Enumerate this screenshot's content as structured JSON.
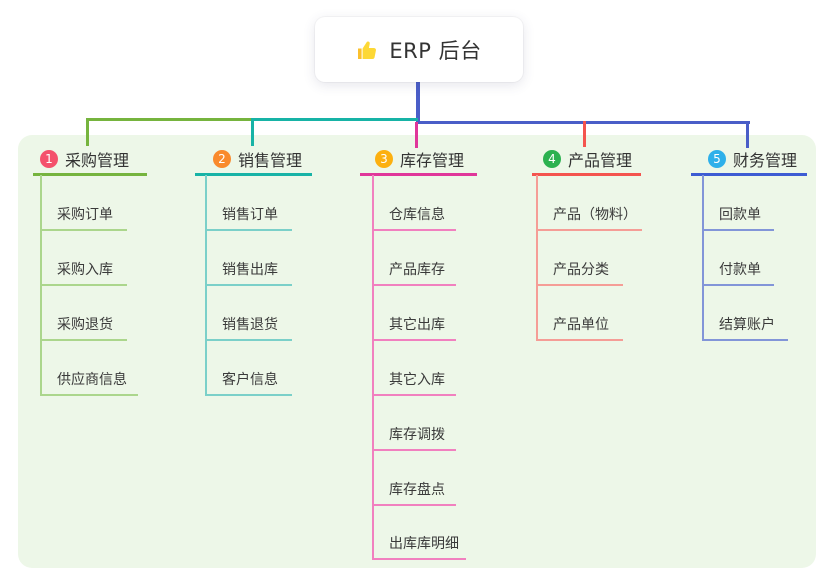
{
  "root": {
    "label": "ERP 后台",
    "icon": "thumbs-up-icon",
    "connector_color": "#4a5ec8"
  },
  "colors": {
    "page_background": "#ffffff",
    "panel_background": "#edf7e8",
    "text": "#333333"
  },
  "branches": [
    {
      "number": "1",
      "label": "采购管理",
      "badge_color": "#f4516c",
      "line_color": "#76b43e",
      "child_line_color": "#abd68c",
      "children": [
        "采购订单",
        "采购入库",
        "采购退货",
        "供应商信息"
      ]
    },
    {
      "number": "2",
      "label": "销售管理",
      "badge_color": "#f98a2c",
      "line_color": "#17b3a6",
      "child_line_color": "#7bd0c9",
      "children": [
        "销售订单",
        "销售出库",
        "销售退货",
        "客户信息"
      ]
    },
    {
      "number": "3",
      "label": "库存管理",
      "badge_color": "#fcb00f",
      "line_color": "#e0369a",
      "child_line_color": "#f180bf",
      "children": [
        "仓库信息",
        "产品库存",
        "其它出库",
        "其它入库",
        "库存调拨",
        "库存盘点",
        "出库库明细"
      ]
    },
    {
      "number": "4",
      "label": "产品管理",
      "badge_color": "#2cb150",
      "line_color": "#f4544e",
      "child_line_color": "#f59d96",
      "children": [
        "产品（物料）",
        "产品分类",
        "产品单位"
      ]
    },
    {
      "number": "5",
      "label": "财务管理",
      "badge_color": "#2eb0ea",
      "line_color": "#3d5cd3",
      "child_line_color": "#8295d8",
      "children": [
        "回款单",
        "付款单",
        "结算账户"
      ]
    }
  ]
}
